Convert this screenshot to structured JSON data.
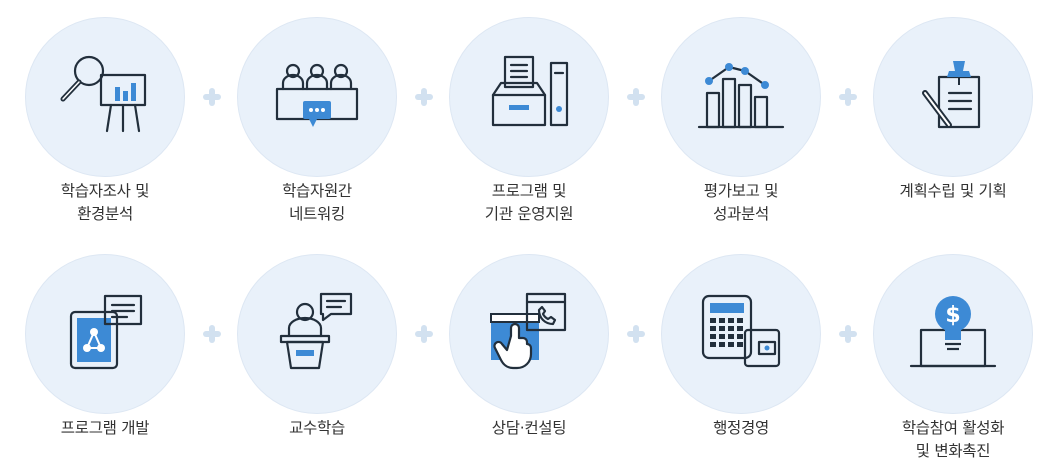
{
  "items": [
    {
      "lines": [
        "학습자조사 및",
        "환경분석"
      ],
      "icon": "research-analysis-icon"
    },
    {
      "lines": [
        "학습자원간",
        "네트워킹"
      ],
      "icon": "networking-icon"
    },
    {
      "lines": [
        "프로그램 및",
        "기관 운영지원"
      ],
      "icon": "document-tray-icon"
    },
    {
      "lines": [
        "평가보고 및",
        "성과분석"
      ],
      "icon": "bar-chart-icon"
    },
    {
      "lines": [
        "계획수립 및 기획"
      ],
      "icon": "planning-document-icon"
    },
    {
      "lines": [
        "프로그램 개발"
      ],
      "icon": "tablet-network-icon"
    },
    {
      "lines": [
        "교수학습"
      ],
      "icon": "lecture-podium-icon"
    },
    {
      "lines": [
        "상담·컨설팅"
      ],
      "icon": "consulting-touch-icon"
    },
    {
      "lines": [
        "행정경영"
      ],
      "icon": "calculator-wallet-icon"
    },
    {
      "lines": [
        "학습참여 활성화",
        "및 변화촉진"
      ],
      "icon": "laptop-idea-dollar-icon"
    }
  ],
  "colors": {
    "accent": "#3d8ad5",
    "circle_bg": "#e9f1fa",
    "plus": "#d2e1f0",
    "text": "#333333"
  }
}
